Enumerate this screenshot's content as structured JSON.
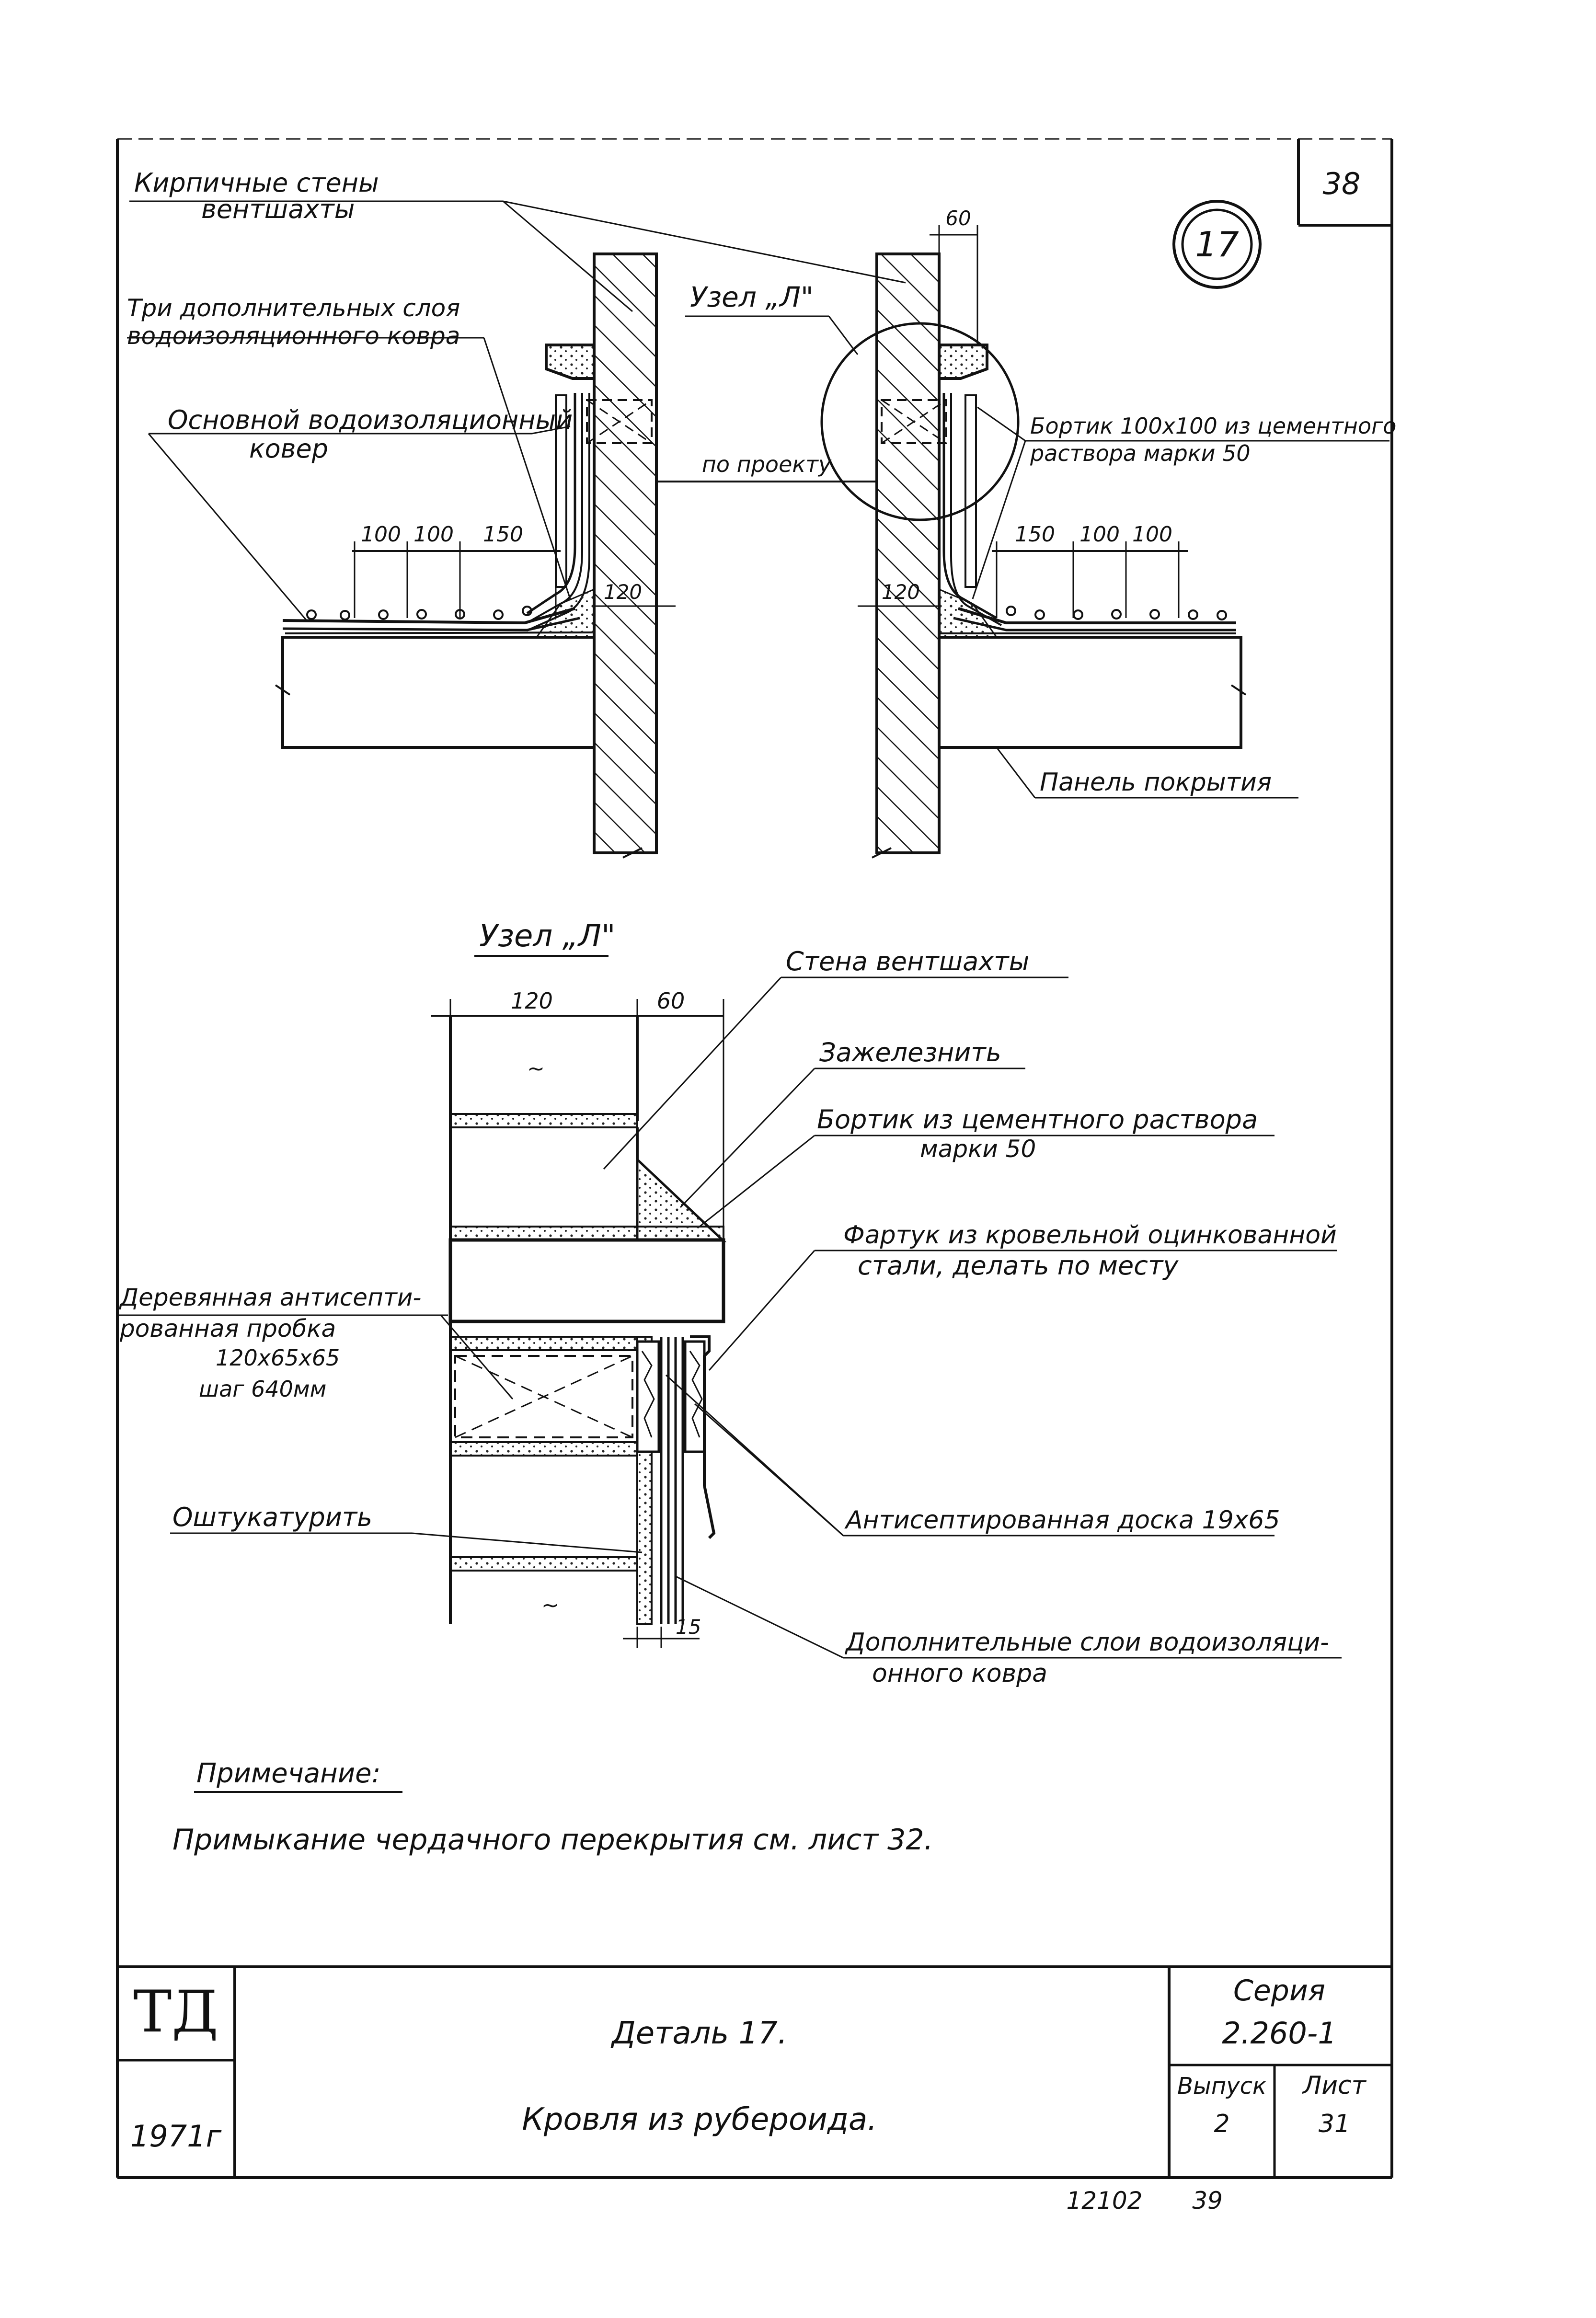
{
  "sheet": {
    "corner_number": "38",
    "detail_badge": "17",
    "stamp_left": "ТД",
    "year": "1971г",
    "title_line1": "Деталь 17.",
    "title_line2": "Кровля из рубероида.",
    "series_label": "Серия",
    "series_value": "2.260-1",
    "issue_label": "Выпуск",
    "issue_value": "2",
    "sheet_label": "Лист",
    "sheet_value": "31",
    "footer_num1": "12102",
    "footer_num2": "39"
  },
  "upper": {
    "label_walls_1": "Кирпичные стены",
    "label_walls_2": "вентшахты",
    "label_extra_1": "Три дополнительных слоя",
    "label_extra_2": "водоизоляционного ковра",
    "label_main_1": "Основной водоизоляционный",
    "label_main_2": "ковер",
    "node_label": "Узел „Л\"",
    "per_project": "по проекту",
    "curb_1": "Бортик 100х100 из цементного",
    "curb_2": "раствора марки 50",
    "panel": "Панель покрытия",
    "dim_60": "60",
    "dim_120_left": "120",
    "dim_120_right": "120",
    "dims_left": [
      "100",
      "100",
      "150"
    ],
    "dims_right": [
      "150",
      "100",
      "100"
    ]
  },
  "node": {
    "title": "Узел „Л\"",
    "dim_120": "120",
    "dim_60": "60",
    "dim_15": "15",
    "wall": "Стена вентшахты",
    "iron": "Зажелезнить",
    "curb_1": "Бортик из цементного раствора",
    "curb_2": "марки 50",
    "apron_1": "Фартук из кровельной оцинкованной",
    "apron_2": "стали, делать по месту",
    "plug_1": "Деревянная антисепти-",
    "plug_2": "рованная пробка",
    "plug_3": "120х65х65",
    "plug_4": "шаг 640мм",
    "plaster": "Оштукатурить",
    "board": "Антисептированная доска 19х65",
    "layers_1": "Дополнительные слои водоизоляци-",
    "layers_2": "онного ковра"
  },
  "note": {
    "heading": "Примечание:",
    "text": "Примыкание чердачного перекрытия см. лист 32."
  }
}
